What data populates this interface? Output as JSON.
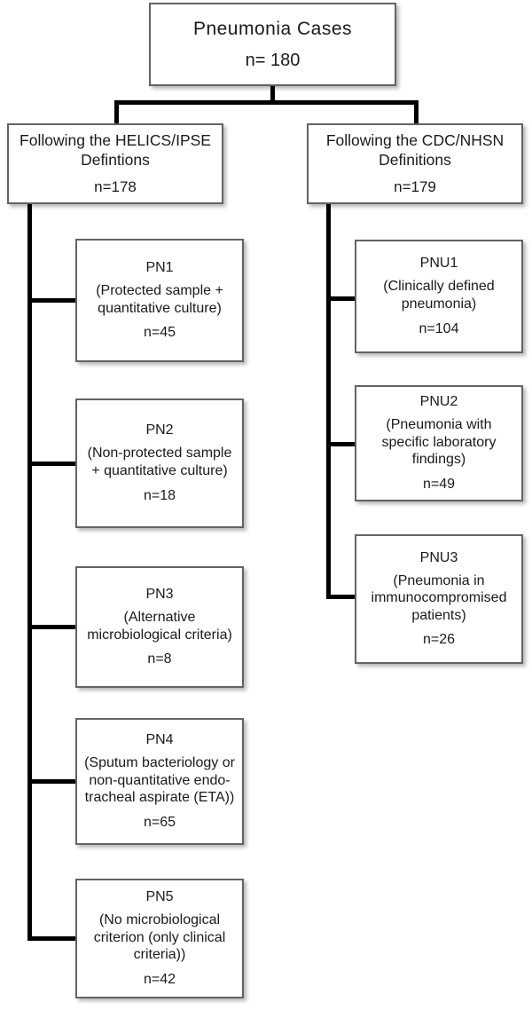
{
  "diagram": {
    "root": {
      "title": "Pneumonia  Cases",
      "count": "n= 180"
    },
    "left_branch": {
      "header": {
        "title": "Following the HELICS/IPSE Defintions",
        "count": "n=178"
      },
      "nodes": [
        {
          "code": "PN1",
          "description": "(Protected sample + quantitative culture)",
          "count": "n=45"
        },
        {
          "code": "PN2",
          "description": "(Non-protected sample + quantitative culture)",
          "count": "n=18"
        },
        {
          "code": "PN3",
          "description": "(Alternative microbiological criteria)",
          "count": "n=8"
        },
        {
          "code": "PN4",
          "description": "(Sputum bacteriology or non-quantitative endo-tracheal aspirate (ETA))",
          "count": "n=65"
        },
        {
          "code": "PN5",
          "description": "(No microbiological criterion (only clinical criteria))",
          "count": "n=42"
        }
      ]
    },
    "right_branch": {
      "header": {
        "title": "Following the CDC/NHSN Definitions",
        "count": "n=179"
      },
      "nodes": [
        {
          "code": "PNU1",
          "description": "(Clinically defined pneumonia)",
          "count": "n=104"
        },
        {
          "code": "PNU2",
          "description": "(Pneumonia with specific laboratory findings)",
          "count": "n=49"
        },
        {
          "code": "PNU3",
          "description": "(Pneumonia in immunocompromised patients)",
          "count": "n=26"
        }
      ]
    },
    "colors": {
      "line": "#000000",
      "box_border": "#636363",
      "box_fill": "#ffffff",
      "text": "#1a1a1a"
    }
  }
}
